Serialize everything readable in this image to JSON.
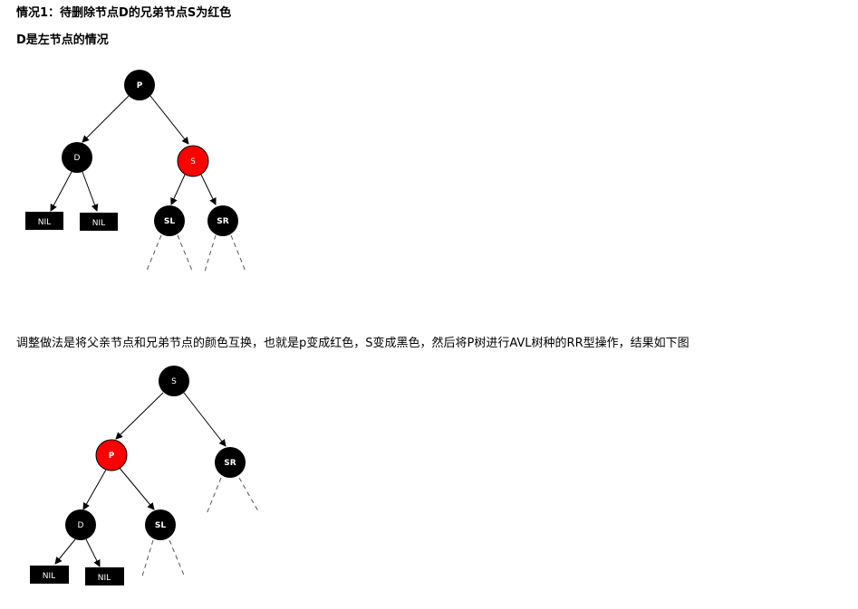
{
  "heading1": "情况1：待删除节点D的兄弟节点S为红色",
  "heading2": "D是左节点的情况",
  "description": "调整做法是将父亲节点和兄弟节点的颜色互换，也就是p变成红色，S变成黑色，然后将P树进行AVL树种的RR型操作，结果如下图",
  "colors": {
    "black_node": "#000000",
    "red_node": "#ff0000",
    "text_on_node": "#ffffff"
  },
  "tree_before": {
    "p": "P",
    "d": "D",
    "s": "S",
    "sl": "SL",
    "sr": "SR",
    "nil_left": "NIL",
    "nil_right": "NIL"
  },
  "tree_after": {
    "s": "S",
    "p": "P",
    "sr": "SR",
    "d": "D",
    "sl": "SL",
    "nil_left": "NIL",
    "nil_right": "NIL"
  }
}
